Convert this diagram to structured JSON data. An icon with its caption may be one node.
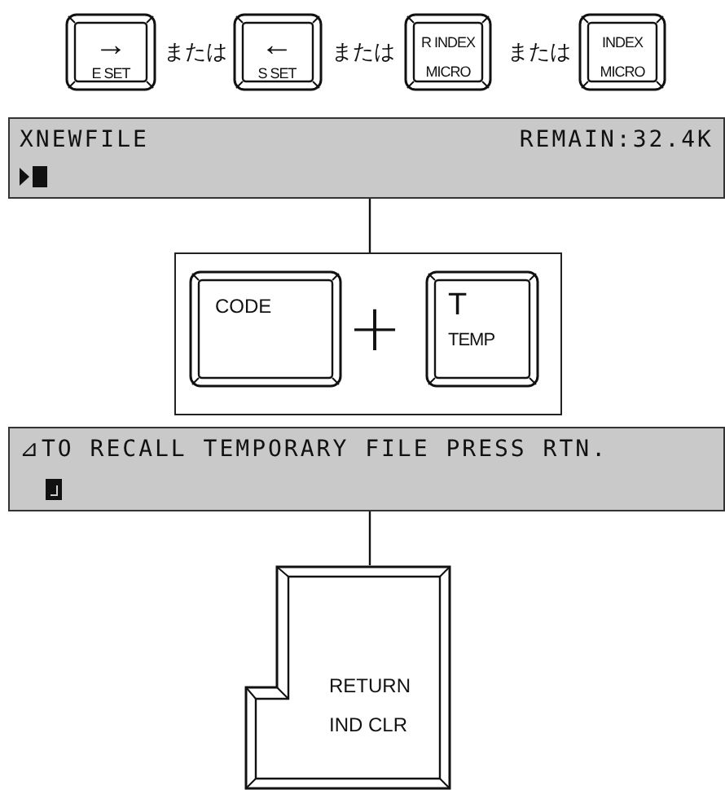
{
  "diagram": {
    "nodes": [
      {
        "text": [
          "→",
          "E SET"
        ]
      },
      {
        "text": [
          "←",
          "S SET"
        ]
      },
      {
        "text": [
          "R INDEX",
          "MICRO"
        ]
      },
      {
        "text": [
          "INDEX",
          "MICRO"
        ]
      },
      {
        "text": [
          "XNEWFILE",
          "REMAIN:32.4K"
        ]
      },
      {
        "text": [],
        "shape": "box"
      },
      {
        "text": [
          "CODE"
        ],
        "in": 5
      },
      {
        "text": [
          "T",
          "TEMP"
        ],
        "in": 5
      },
      {
        "text": [
          "⊿TO RECALL TEMPORARY FILE PRESS RTN."
        ]
      },
      {
        "text": [
          "RETURN",
          "IND CLR"
        ]
      }
    ],
    "edges": [
      {
        "from": 4,
        "to": 5,
        "arrow": "none"
      },
      {
        "from": 8,
        "to": 9,
        "arrow": "none"
      }
    ],
    "labels": [
      "または",
      "または",
      "または",
      "+"
    ]
  }
}
